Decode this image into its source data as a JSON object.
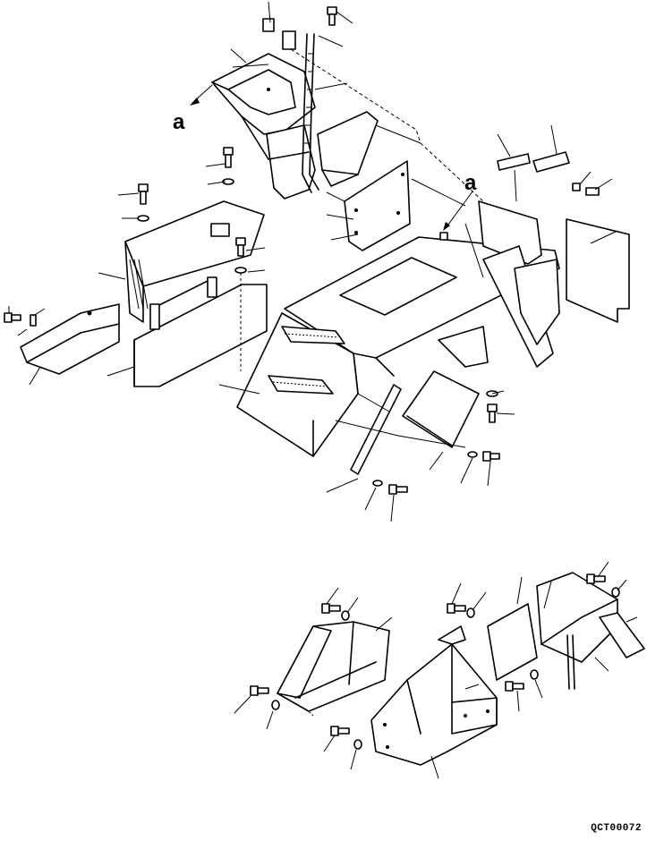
{
  "callouts": {
    "a_left": "a",
    "a_right": "a"
  },
  "drawing_code": "QCT00072"
}
